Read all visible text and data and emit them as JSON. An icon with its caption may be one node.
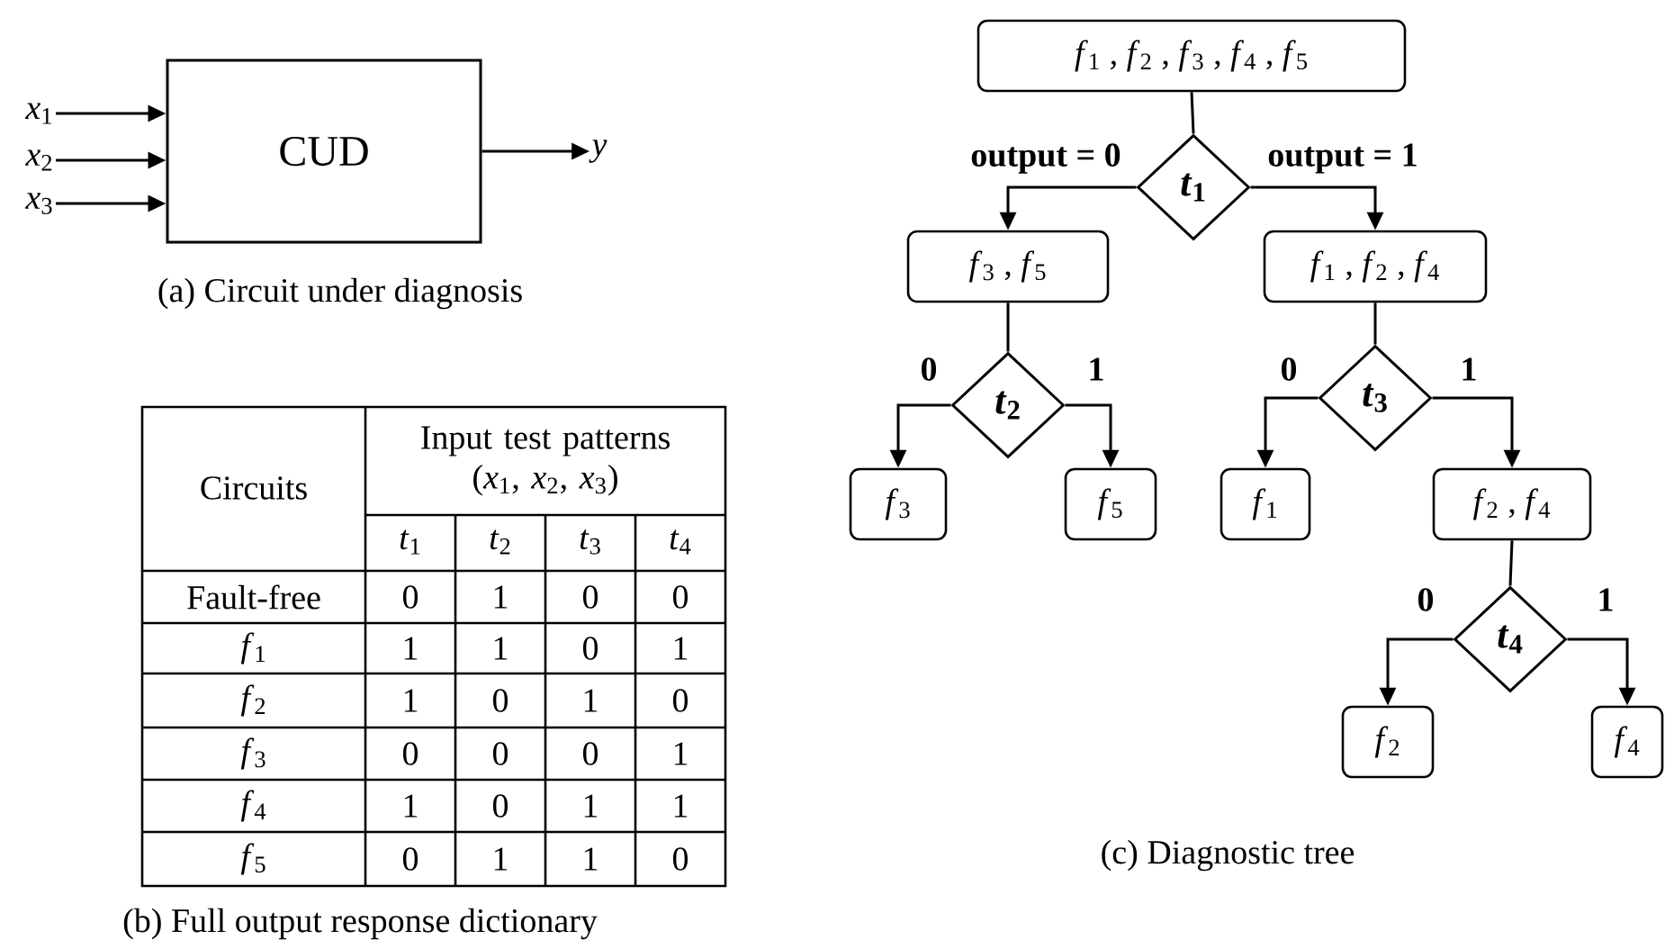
{
  "diagram": {
    "nodes": [
      {
        "text": [
          "CUD"
        ]
      },
      {
        "text": [
          "*x*$_{1}$"
        ]
      },
      {
        "text": [
          "*x*$_{2}$"
        ]
      },
      {
        "text": [
          "*x*$_{3}$"
        ]
      },
      {
        "text": [
          "*y*"
        ]
      },
      {
        "text": [
          "*f*$_{1}$ , *f*$_{2}$ , *f*$_{3}$ , *f*$_{4}$ , *f*$_{5}$"
        ]
      },
      {
        "text": [
          "*t*$_{1}$"
        ]
      },
      {
        "text": [
          "*f*$_{3}$ , *f*$_{5}$"
        ]
      },
      {
        "text": [
          "*f*$_{1}$ , *f*$_{2}$ , *f*$_{4}$"
        ]
      },
      {
        "text": [
          "*t*$_{2}$"
        ]
      },
      {
        "text": [
          "*t*$_{3}$"
        ]
      },
      {
        "text": [
          "*f*$_{3}$"
        ]
      },
      {
        "text": [
          "*f*$_{5}$"
        ]
      },
      {
        "text": [
          "*f*$_{1}$"
        ]
      },
      {
        "text": [
          "*f*$_{2}$ , *f*$_{4}$"
        ]
      },
      {
        "text": [
          "*t*$_{4}$"
        ]
      },
      {
        "text": [
          "*f*$_{2}$"
        ]
      },
      {
        "text": [
          "*f*$_{4}$"
        ]
      }
    ],
    "edges": [
      {
        "from": 1,
        "to": 0,
        "arrow": "to"
      },
      {
        "from": 2,
        "to": 0,
        "arrow": "to"
      },
      {
        "from": 3,
        "to": 0,
        "arrow": "to"
      },
      {
        "from": 0,
        "to": 4,
        "arrow": "to"
      },
      {
        "from": 5,
        "to": 6,
        "arrow": "none"
      },
      {
        "from": 6,
        "to": 7,
        "arrow": "to",
        "label": "output = 0"
      },
      {
        "from": 6,
        "to": 8,
        "arrow": "to",
        "label": "output = 1"
      },
      {
        "from": 7,
        "to": 9,
        "arrow": "none"
      },
      {
        "from": 9,
        "to": 11,
        "arrow": "to",
        "label": "0"
      },
      {
        "from": 9,
        "to": 12,
        "arrow": "to",
        "label": "1"
      },
      {
        "from": 8,
        "to": 10,
        "arrow": "none"
      },
      {
        "from": 10,
        "to": 13,
        "arrow": "to",
        "label": "0"
      },
      {
        "from": 10,
        "to": 14,
        "arrow": "to",
        "label": "1"
      },
      {
        "from": 14,
        "to": 15,
        "arrow": "none"
      },
      {
        "from": 15,
        "to": 16,
        "arrow": "to",
        "label": "0"
      },
      {
        "from": 15,
        "to": 17,
        "arrow": "to",
        "label": "1"
      }
    ],
    "labels": [
      "(a) Circuit under diagnosis",
      "Circuits",
      "Input test patterns (*x*$_{1}$, *x*$_{2}$, *x*$_{3}$)",
      "*t*$_{1}$",
      "*t*$_{2}$",
      "*t*$_{3}$",
      "*t*$_{4}$",
      "Fault-free",
      "0",
      "1",
      "0",
      "0",
      "*f*$_{1}$",
      "1",
      "1",
      "0",
      "1",
      "*f*$_{2}$",
      "1",
      "0",
      "1",
      "0",
      "*f*$_{3}$",
      "0",
      "0",
      "0",
      "1",
      "*f*$_{4}$",
      "1",
      "0",
      "1",
      "1",
      "*f*$_{5}$",
      "0",
      "1",
      "1",
      "0",
      "(b) Full output response dictionary",
      "(c) Diagnostic tree"
    ]
  }
}
